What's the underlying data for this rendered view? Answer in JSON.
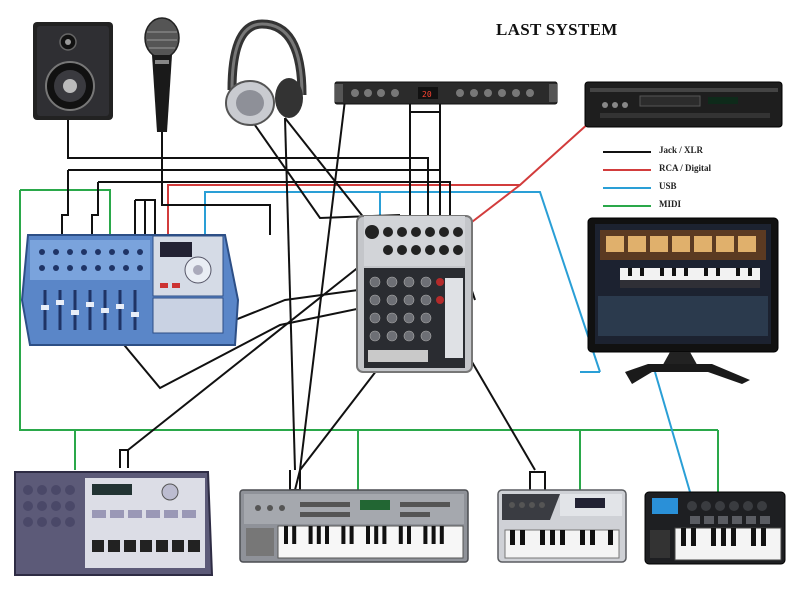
{
  "title": "LAST SYSTEM",
  "legend": [
    {
      "label": "Jack / XLR",
      "color": "#111111"
    },
    {
      "label": "RCA / Digital",
      "color": "#d23c3c"
    },
    {
      "label": "USB",
      "color": "#2a9fd6"
    },
    {
      "label": "MIDI",
      "color": "#2aa84a"
    }
  ],
  "colors": {
    "jack": "#111111",
    "rca": "#d23c3c",
    "usb": "#2a9fd6",
    "midi": "#2aa84a",
    "device_blue": "#5a86c8",
    "device_gray": "#b9bcc2",
    "screen_dark": "#1c2230"
  },
  "devices": [
    {
      "id": "studio-monitor",
      "icon": "speaker-icon"
    },
    {
      "id": "microphone",
      "icon": "microphone-icon"
    },
    {
      "id": "headphones",
      "icon": "headphones-icon"
    },
    {
      "id": "rack-effects-unit",
      "icon": "rack-unit-icon"
    },
    {
      "id": "cd-player",
      "icon": "cd-player-icon"
    },
    {
      "id": "multitrack-recorder",
      "icon": "recorder-icon"
    },
    {
      "id": "mixer",
      "icon": "mixer-icon"
    },
    {
      "id": "computer-monitor",
      "icon": "monitor-icon"
    },
    {
      "id": "sound-module",
      "icon": "sound-module-icon"
    },
    {
      "id": "synth-keyboard",
      "icon": "keyboard-icon"
    },
    {
      "id": "groovebox",
      "icon": "groovebox-icon"
    },
    {
      "id": "midi-controller",
      "icon": "midi-controller-icon"
    }
  ]
}
